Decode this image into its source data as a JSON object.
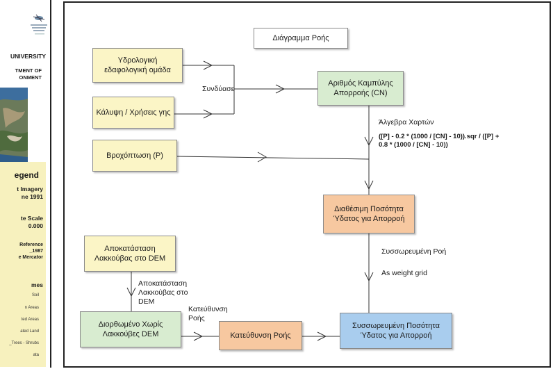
{
  "poster": {
    "university": "UNIVERSITY",
    "department_line1": "TMENT OF",
    "department_line2": "ONMENT",
    "legend_title": "egend",
    "imagery_line1": "t Imagery",
    "imagery_line2": "ne 1991",
    "scale_line1": "te Scale",
    "scale_line2": "0.000",
    "reference_line1": "Reference",
    "reference_line2": "_1987",
    "reference_line3": "e Mercator",
    "themes_title": "mes",
    "themes": [
      "Soil",
      "n Areas",
      "ted Areas",
      "ated Land",
      "_Trees - Shrubs",
      "ata"
    ]
  },
  "diagram": {
    "title": "Διάγραμμα Ροής",
    "nodes": {
      "hydro_soil": "Υδρολογική εδαφολογική ομάδα",
      "land_cover": "Κάλυψη / Χρήσεις γης",
      "rainfall": "Βροχόπτωση (P)",
      "curve_number": "Αριθμός Καμπύλης Απορροής (CN)",
      "available_water": "Διαθέσιμη Ποσότητα Ύδατος για Απορροή",
      "sink_fill": "Αποκατάσταση Λακκούβας στο DEM",
      "dem_no_sinks": "Διορθωμένο Χωρίς Λακκούβες DEM",
      "flow_direction": "Κατεύθυνση Ροής",
      "accumulated_water": "Συσσωρευμένη Ποσότητα Ύδατος για Απορροή"
    },
    "labels": {
      "combine": "Συνδύασε",
      "map_algebra": "Άλγεβρα Χαρτών",
      "formula_line1": "([P] - 0.2 * (1000 / [CN] - 10)).sqr / ([P] +",
      "formula_line2": "0.8 * (1000 / [CN] - 10))",
      "accumulated_flow": "Συσσωρευμένη Ροή",
      "as_weight_grid": "As weight grid",
      "fill_edge": "Αποκατάσταση Λακκούβας στο DEM",
      "flow_direction_edge": "Κατεύθυνση Ροής"
    }
  }
}
